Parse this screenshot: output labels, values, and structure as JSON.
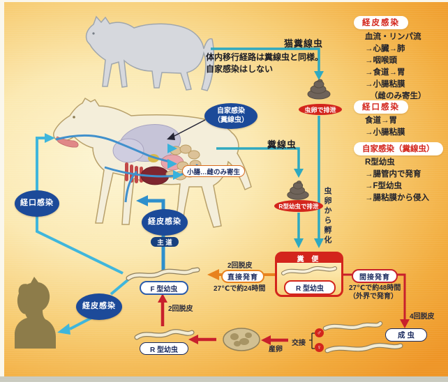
{
  "sidebar": {
    "sections": [
      {
        "title": "経皮感染",
        "lines": [
          "血流・リンパ流",
          "→心臓→肺",
          "→咽喉頭",
          "→食道→胃",
          "→小腸粘膜",
          "（雌のみ寄生）"
        ]
      },
      {
        "title": "経口感染",
        "lines": [
          "食道→胃",
          "→小腸粘膜"
        ]
      },
      {
        "title": "自家感染（糞線虫）",
        "lines": [
          "R型幼虫",
          "→腸管内で発育",
          "→F型幼虫",
          "→腸粘膜から侵入"
        ]
      }
    ]
  },
  "cat_flow": {
    "species_label": "猫糞線虫",
    "note1": "体内移行経路は糞線虫と同様。",
    "note2": "自家感染はしない",
    "excretion_label": "虫卵で排泄",
    "hatch_label": "虫卵から孵化"
  },
  "dog_flow": {
    "autoinfection_line1": "自家感染",
    "autoinfection_line2": "（糞線虫）",
    "intestine_note": "小腸…雌のみ寄生",
    "species_label": "糞線虫",
    "excretion_label": "R型幼虫で排泄",
    "oral_label": "経口感染",
    "percutaneous_label": "経皮感染",
    "main_route_label": "主 道"
  },
  "human_flow": {
    "percutaneous_label": "経皮感染"
  },
  "cycle": {
    "f_larva_label": "F 型幼虫",
    "feces_box_title": "糞 便",
    "r_larva_box_label": "R 型幼虫",
    "direct_molt": "2回脱皮",
    "direct_label": "直接発育",
    "direct_time": "27℃で約24時間",
    "indirect_label": "間接発育",
    "indirect_time": "27℃で約48時間",
    "indirect_time_note": "（外界で発育）",
    "indirect_molt": "4回脱皮",
    "adult_label": "成 虫",
    "mating_label": "交接",
    "male_symbol": "♂",
    "female_symbol": "♀",
    "egg_laying_label": "産卵",
    "r_larva_bottom_label": "R 型幼虫",
    "molt_up_label": "2回脱皮"
  },
  "illustrations": {
    "cat": "cat-silhouette",
    "dog": "dog-anatomy",
    "human": "human-silhouette",
    "feces": "feces-icon",
    "egg": "egg-icon",
    "worm": "worm-icon"
  },
  "colors": {
    "background_orange": "#f0a133",
    "background_cream": "#fdf6d6",
    "infection_blue": "#1c4a99",
    "route_teal": "#2fa9c0",
    "route_cyan": "#3fb6dc",
    "route_blue": "#2e8fcc",
    "accent_red": "#d3251c",
    "arrow_crimson": "#c8202c",
    "arrow_orange": "#e8821e"
  }
}
